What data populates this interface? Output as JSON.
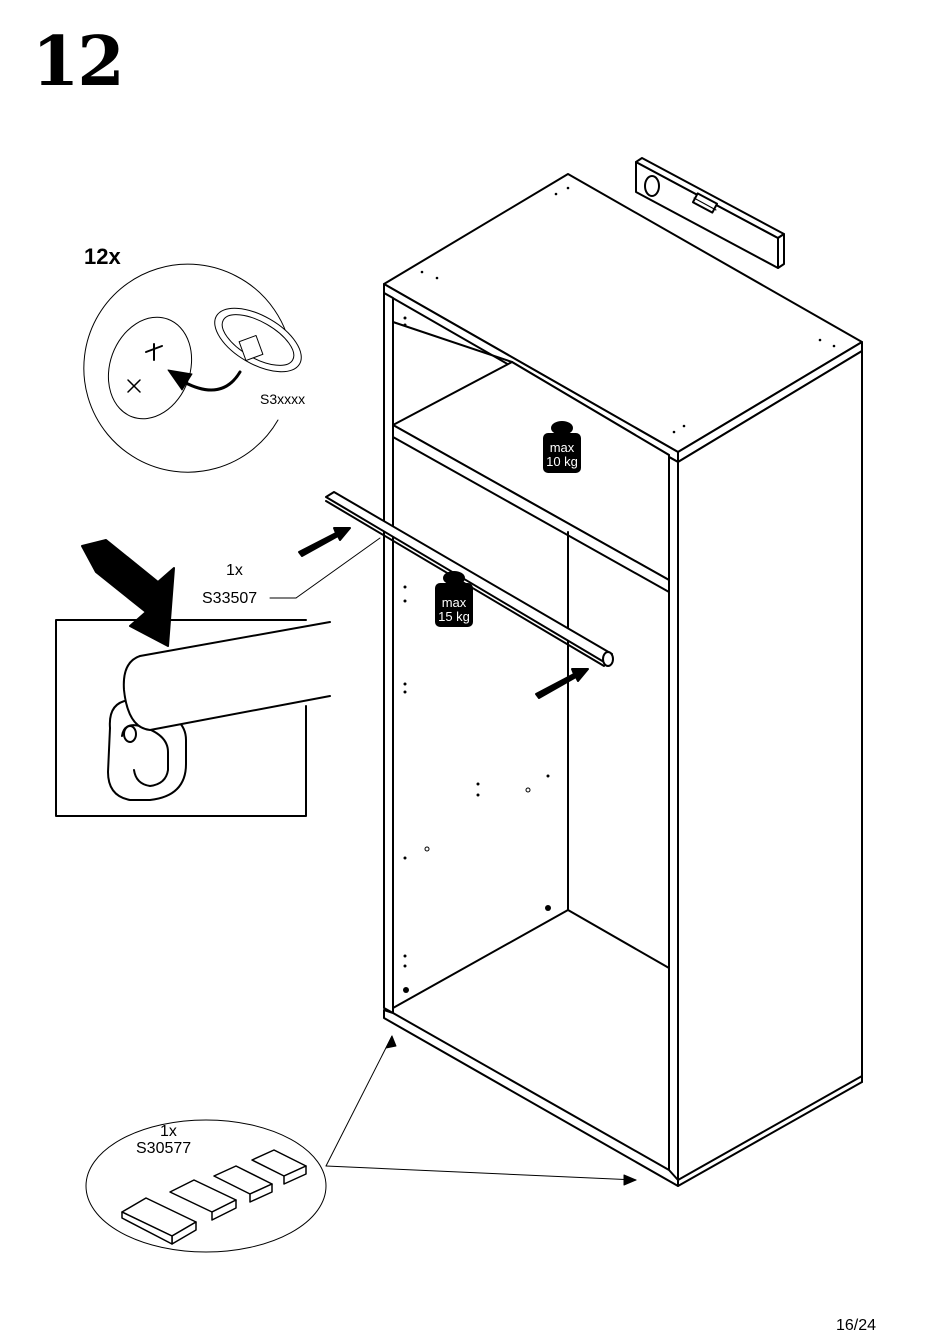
{
  "step": {
    "number": "12"
  },
  "callout_screw": {
    "quantity": "12x",
    "part_code": "S3xxxx"
  },
  "rail": {
    "quantity": "1x",
    "part_code": "S33507"
  },
  "weights": {
    "upper": {
      "line1": "max",
      "line2": "10 kg"
    },
    "lower": {
      "line1": "max",
      "line2": "15 kg"
    }
  },
  "callout_feet": {
    "quantity": "1x",
    "part_code": "S30577"
  },
  "page": {
    "number": "16/24"
  },
  "icons": [
    "spirit-level-icon",
    "screwdriver-bit-icon",
    "weight-icon",
    "insert-arrow-icon",
    "wedge-foot-icon"
  ],
  "colors": {
    "ink": "#000000",
    "paper": "#ffffff",
    "line_gray": "#444444"
  }
}
